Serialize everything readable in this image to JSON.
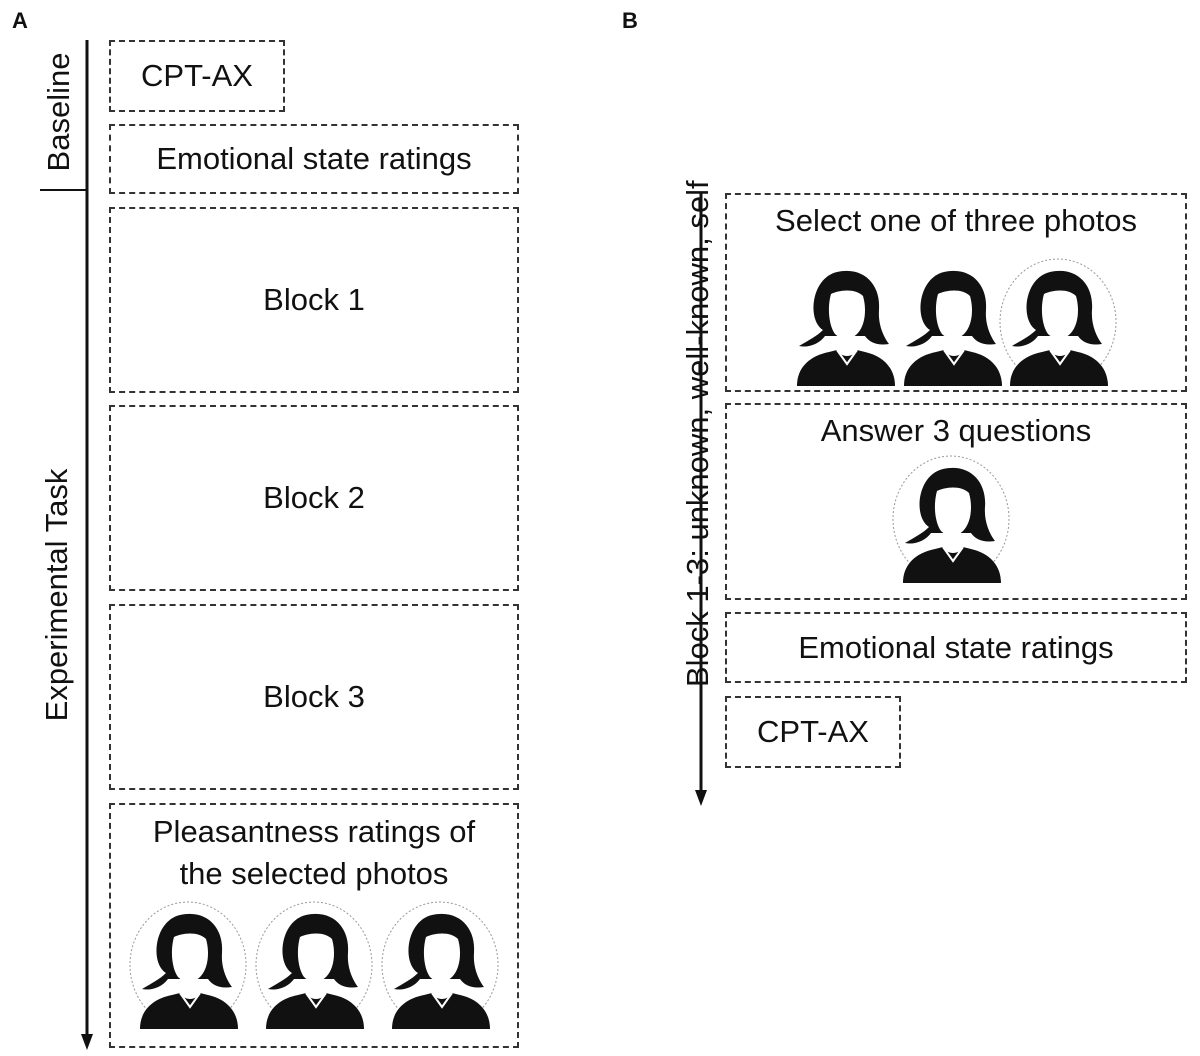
{
  "panel_a": {
    "letter": "A",
    "timeline_labels": {
      "baseline": "Baseline",
      "experimental": "Experimental Task"
    },
    "boxes": {
      "cpt": "CPT-AX",
      "emotional": "Emotional state ratings",
      "block1": "Block 1",
      "block2": "Block 2",
      "block3": "Block 3",
      "pleasantness_line1": "Pleasantness ratings of",
      "pleasantness_line2": "the selected photos"
    }
  },
  "panel_b": {
    "letter": "B",
    "timeline_label": "Block 1-3: unknown, well-known, self",
    "boxes": {
      "select": "Select one of three photos",
      "answer": "Answer 3 questions",
      "emotional": "Emotional state ratings",
      "cpt": "CPT-AX"
    }
  },
  "icons": {
    "photo": "person-silhouette-icon"
  }
}
